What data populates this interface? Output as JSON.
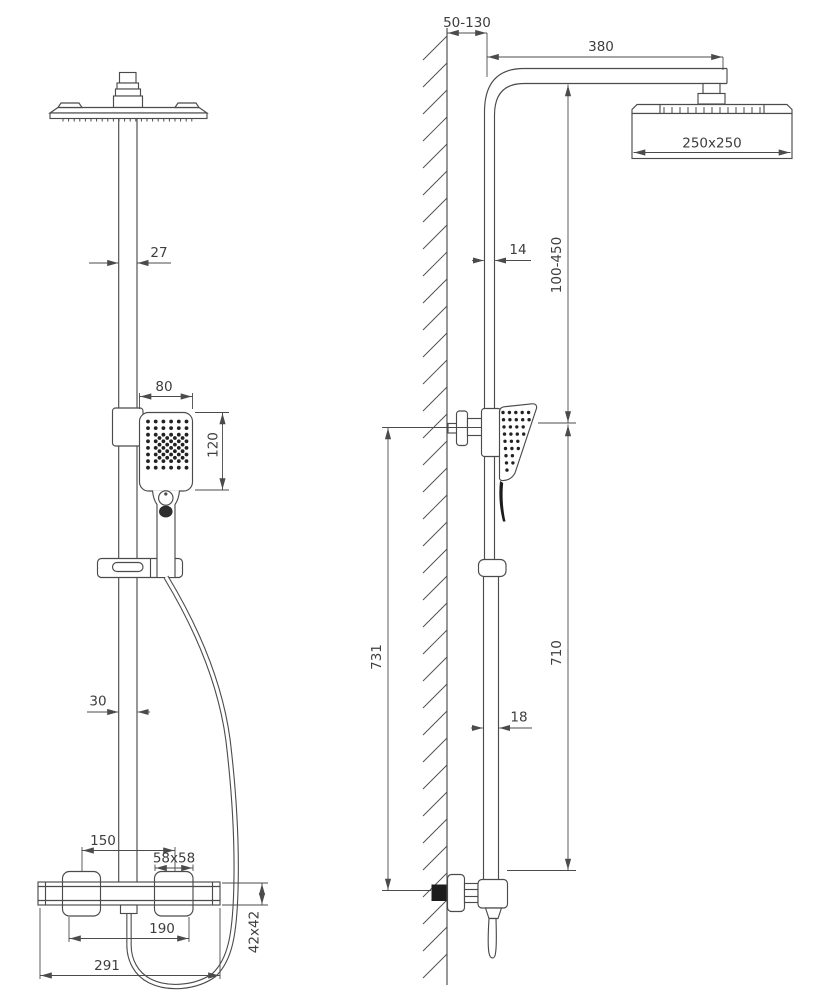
{
  "front_view": {
    "dimensions": {
      "riser_width": "27",
      "handset_width": "80",
      "handset_height": "120",
      "lower_riser_width": "30",
      "handle_spacing": "150",
      "handle_size": "58x58",
      "connection_spacing": "190",
      "valve_width": "291",
      "valve_height": "42x42"
    }
  },
  "side_view": {
    "dimensions": {
      "wall_distance": "50-130",
      "arm_reach": "380",
      "head_size": "250x250",
      "upper_tube_width": "14",
      "adjust_range": "100-450",
      "height_to_wall_outlet": "731",
      "height_to_tube_outlet": "710",
      "lower_tube_width": "18"
    }
  },
  "colors": {
    "line": "#4b4b4b",
    "dim": "#4b4b4b",
    "text": "#3e3e3e",
    "background": "#ffffff",
    "dark_fill": "#1c1c1c"
  }
}
